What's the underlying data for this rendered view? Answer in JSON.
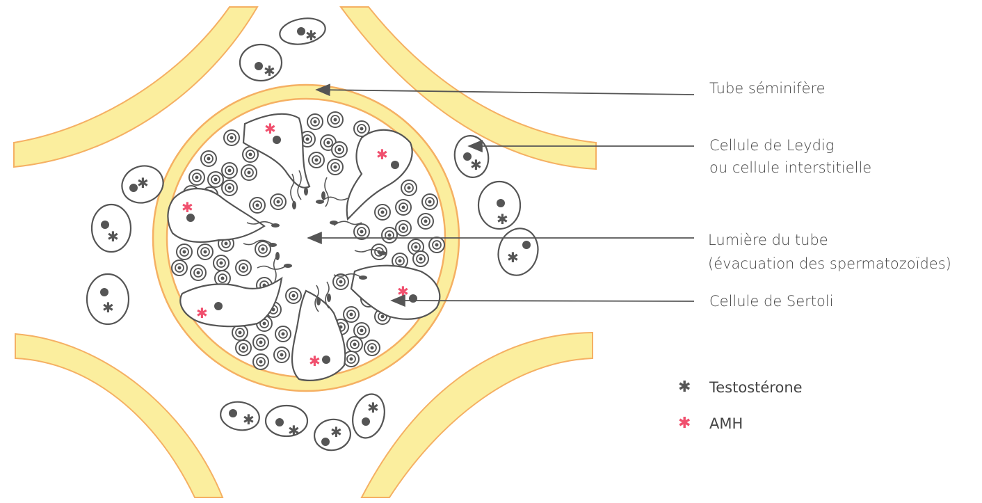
{
  "labels": {
    "tube": "Tube séminifère",
    "leydig_1": "Cellule de Leydig",
    "leydig_2": "ou cellule interstitielle",
    "lumen_1": "Lumière du tube",
    "lumen_2": "(évacuation des spermatozoïdes)",
    "sertoli": "Cellule de Sertoli"
  },
  "legend": [
    {
      "symbol": "✱",
      "label": "Testostérone",
      "color": "#555555"
    },
    {
      "symbol": "✱",
      "label": "AMH",
      "color": "#f0506e"
    }
  ],
  "colors": {
    "tube_fill": "#fbee9e",
    "tube_stroke": "#f5b063",
    "cell_stroke": "#555555",
    "testosterone": "#555555",
    "amh": "#f0506e"
  }
}
